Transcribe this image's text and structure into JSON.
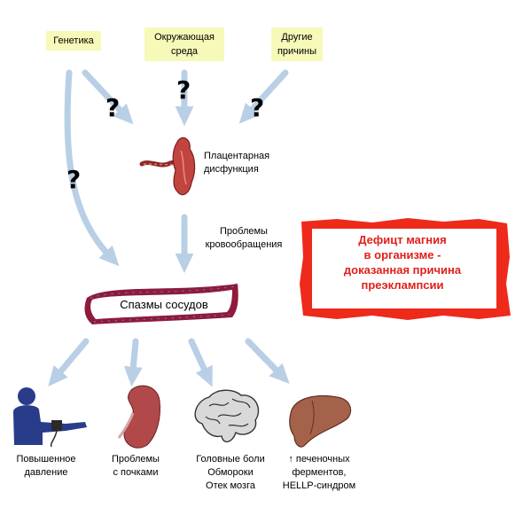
{
  "causes": {
    "genetics": "Генетика",
    "environment_line1": "Окружающая",
    "environment_line2": "среда",
    "other_line1": "Другие",
    "other_line2": "причины"
  },
  "question_mark": "?",
  "placenta": {
    "line1": "Плацентарная",
    "line2": "дисфункция"
  },
  "circulation": {
    "line1": "Проблемы",
    "line2": "кровообращения"
  },
  "vessel": {
    "label": "Спазмы сосудов"
  },
  "callout": {
    "line1": "Дефицт магния",
    "line2": "в организме -",
    "line3": "доказанная причина",
    "line4": "преэклампсии"
  },
  "outcomes": {
    "pressure_line1": "Повышенное",
    "pressure_line2": "давление",
    "kidney_line1": "Проблемы",
    "kidney_line2": "с почками",
    "brain_line1": "Головные боли",
    "brain_line2": "Обмороки",
    "brain_line3": "Отек мозга",
    "liver_arrow": "↑",
    "liver_line1": "печеночных",
    "liver_line2": "ферментов,",
    "liver_line3": "HELLP-синдром"
  },
  "colors": {
    "arrow": "#b8cfe6",
    "cause_box": "#f6f9b8",
    "callout_border": "#ee2a1b",
    "callout_text": "#e0201b",
    "vessel_wall": "#8e1b3c",
    "placenta": "#c2443f",
    "kidney": "#b1494a",
    "liver": "#a5624a",
    "person": "#283c8a"
  },
  "icons": [
    "placenta-icon",
    "blood-vessel-icon",
    "blood-pressure-person-icon",
    "kidney-icon",
    "brain-icon",
    "liver-icon"
  ]
}
